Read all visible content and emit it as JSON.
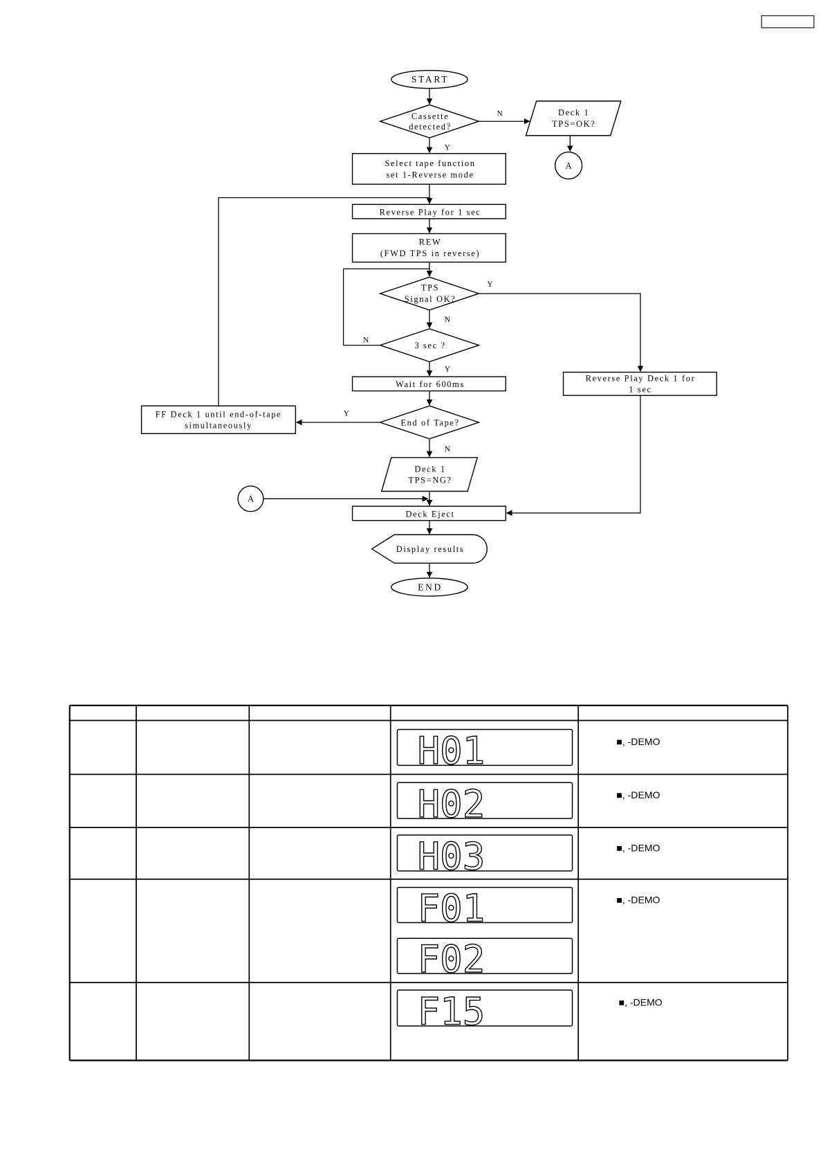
{
  "flowchart": {
    "start": "START",
    "cassette_detected": [
      "Cassette",
      "detected?"
    ],
    "deck1_tps_ok": [
      "Deck 1",
      "TPS=OK?"
    ],
    "connector_a": "A",
    "select_tape_function": [
      "Select tape function",
      "set 1-Reverse mode"
    ],
    "reverse_play": "Reverse Play for 1 sec",
    "rew": [
      "REW",
      "(FWD TPS in reverse)"
    ],
    "tps_signal_ok": [
      "TPS",
      "Signal OK?"
    ],
    "three_sec": "3 sec ?",
    "wait": "Wait for 600ms",
    "end_of_tape": "End of Tape?",
    "ff_deck": [
      "FF Deck 1 until end-of-tape",
      "simultaneously"
    ],
    "deck1_tps_ng": [
      "Deck 1",
      "TPS=NG?"
    ],
    "reverse_play_deck1": [
      "Reverse Play Deck 1 for",
      "1 sec"
    ],
    "deck_eject": "Deck Eject",
    "display_results": "Display results",
    "end": "END",
    "edge_labels": {
      "cassette_no": "N",
      "cassette_yes": "Y",
      "tps_yes": "Y",
      "tps_no": "N",
      "three_sec_no": "N",
      "three_sec_yes": "Y",
      "end_of_tape_yes": "Y",
      "end_of_tape_no": "N"
    }
  },
  "table": {
    "rows": [
      {
        "displays": [
          "H01"
        ],
        "note": "■, -DEMO"
      },
      {
        "displays": [
          "H02"
        ],
        "note": "■, -DEMO"
      },
      {
        "displays": [
          "H03"
        ],
        "note": "■, -DEMO"
      },
      {
        "displays": [
          "F01",
          "F02"
        ],
        "note": "■, -DEMO"
      },
      {
        "displays": [
          "F15"
        ],
        "note": "■, -DEMO"
      }
    ]
  }
}
